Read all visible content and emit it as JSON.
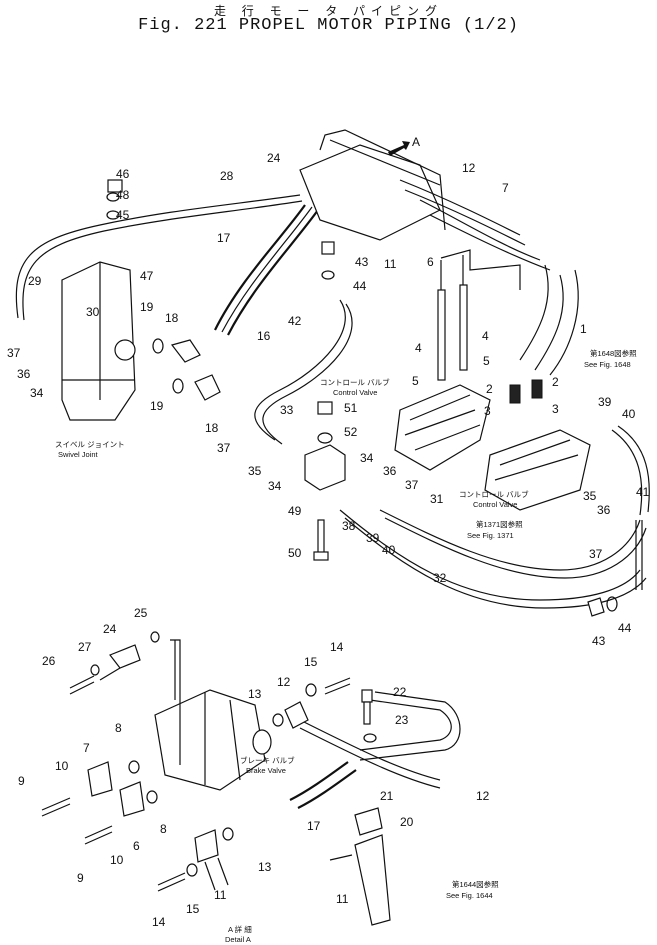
{
  "header": {
    "jp_title": "走 行 モ ー タ パイピング",
    "fig_title": "Fig. 221  PROPEL  MOTOR  PIPING (1/2)"
  },
  "view_marker": "A",
  "callouts": [
    {
      "id": "c46",
      "text": "46"
    },
    {
      "id": "c48",
      "text": "48"
    },
    {
      "id": "c45",
      "text": "45"
    },
    {
      "id": "c28",
      "text": "28"
    },
    {
      "id": "c24t",
      "text": "24"
    },
    {
      "id": "c12t",
      "text": "12"
    },
    {
      "id": "c7",
      "text": "7"
    },
    {
      "id": "c17t",
      "text": "17"
    },
    {
      "id": "c43t",
      "text": "43"
    },
    {
      "id": "c11t",
      "text": "11"
    },
    {
      "id": "c6t",
      "text": "6"
    },
    {
      "id": "c47",
      "text": "47"
    },
    {
      "id": "c44t",
      "text": "44"
    },
    {
      "id": "c29",
      "text": "29"
    },
    {
      "id": "c30",
      "text": "30"
    },
    {
      "id": "c37a",
      "text": "37"
    },
    {
      "id": "c36a",
      "text": "36"
    },
    {
      "id": "c34a",
      "text": "34"
    },
    {
      "id": "c19a",
      "text": "19"
    },
    {
      "id": "c18a",
      "text": "18"
    },
    {
      "id": "c19b",
      "text": "19"
    },
    {
      "id": "c18b",
      "text": "18"
    },
    {
      "id": "c16",
      "text": "16"
    },
    {
      "id": "c42",
      "text": "42"
    },
    {
      "id": "c4a",
      "text": "4"
    },
    {
      "id": "c4b",
      "text": "4"
    },
    {
      "id": "c5a",
      "text": "5"
    },
    {
      "id": "c5b",
      "text": "5"
    },
    {
      "id": "c1",
      "text": "1"
    },
    {
      "id": "c2a",
      "text": "2"
    },
    {
      "id": "c2b",
      "text": "2"
    },
    {
      "id": "c3a",
      "text": "3"
    },
    {
      "id": "c3b",
      "text": "3"
    },
    {
      "id": "c33",
      "text": "33"
    },
    {
      "id": "c51",
      "text": "51"
    },
    {
      "id": "c52",
      "text": "52"
    },
    {
      "id": "c37b",
      "text": "37"
    },
    {
      "id": "c35a",
      "text": "35"
    },
    {
      "id": "c34b",
      "text": "34"
    },
    {
      "id": "c34c",
      "text": "34"
    },
    {
      "id": "c36b",
      "text": "36"
    },
    {
      "id": "c37c",
      "text": "37"
    },
    {
      "id": "c49",
      "text": "49"
    },
    {
      "id": "c38",
      "text": "38"
    },
    {
      "id": "c39a",
      "text": "39"
    },
    {
      "id": "c40a",
      "text": "40"
    },
    {
      "id": "c31",
      "text": "31"
    },
    {
      "id": "c39b",
      "text": "39"
    },
    {
      "id": "c40b",
      "text": "40"
    },
    {
      "id": "c41",
      "text": "41"
    },
    {
      "id": "c35b",
      "text": "35"
    },
    {
      "id": "c36c",
      "text": "36"
    },
    {
      "id": "c37d",
      "text": "37"
    },
    {
      "id": "c32",
      "text": "32"
    },
    {
      "id": "c50",
      "text": "50"
    },
    {
      "id": "c43b",
      "text": "43"
    },
    {
      "id": "c44b",
      "text": "44"
    },
    {
      "id": "c25",
      "text": "25"
    },
    {
      "id": "c24b",
      "text": "24"
    },
    {
      "id": "c27",
      "text": "27"
    },
    {
      "id": "c26",
      "text": "26"
    },
    {
      "id": "c15a",
      "text": "15"
    },
    {
      "id": "c14a",
      "text": "14"
    },
    {
      "id": "c12b",
      "text": "12"
    },
    {
      "id": "c13a",
      "text": "13"
    },
    {
      "id": "c22",
      "text": "22"
    },
    {
      "id": "c23",
      "text": "23"
    },
    {
      "id": "c8a",
      "text": "8"
    },
    {
      "id": "c7b",
      "text": "7"
    },
    {
      "id": "c10a",
      "text": "10"
    },
    {
      "id": "c9a",
      "text": "9"
    },
    {
      "id": "c8b",
      "text": "8"
    },
    {
      "id": "c6b",
      "text": "6"
    },
    {
      "id": "c10b",
      "text": "10"
    },
    {
      "id": "c9b",
      "text": "9"
    },
    {
      "id": "c21",
      "text": "21"
    },
    {
      "id": "c12c",
      "text": "12"
    },
    {
      "id": "c17b",
      "text": "17"
    },
    {
      "id": "c20",
      "text": "20"
    },
    {
      "id": "c13b",
      "text": "13"
    },
    {
      "id": "c11b",
      "text": "11"
    },
    {
      "id": "c11c",
      "text": "11"
    },
    {
      "id": "c15b",
      "text": "15"
    },
    {
      "id": "c14b",
      "text": "14"
    }
  ],
  "notes": {
    "swivel_jp": "スイベル ジョイント",
    "swivel_en": "Swivel Joint",
    "cv1_jp": "コントロール バルブ",
    "cv1_en": "Control Valve",
    "cv2_jp": "コントロール バルブ",
    "cv2_en": "Control Valve",
    "ref1648_jp": "第1648図参照",
    "ref1648_en": "See Fig. 1648",
    "ref1371_jp": "第1371図参照",
    "ref1371_en": "See Fig. 1371",
    "brake_jp": "ブレーキ バルブ",
    "brake_en": "Brake Valve",
    "ref1644_jp": "第1644図参照",
    "ref1644_en": "See Fig. 1644",
    "detail_jp": "A 詳 細",
    "detail_en": "Detail A"
  }
}
